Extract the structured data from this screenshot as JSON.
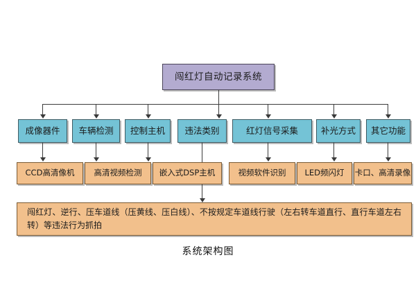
{
  "diagram": {
    "caption": "系统架构图",
    "colors": {
      "background": "#ffffff",
      "root": "#b3abd0",
      "level2": "#74c3d6",
      "level3": "#f2c08c",
      "leaf": "#f2c08c",
      "border": "#3a3a3a"
    },
    "root": {
      "label": "闯红灯自动记录系统"
    },
    "level2": [
      {
        "label": "成像器件"
      },
      {
        "label": "车辆检测"
      },
      {
        "label": "控制主机"
      },
      {
        "label": "违法类别"
      },
      {
        "label": "红灯信号采集"
      },
      {
        "label": "补光方式"
      },
      {
        "label": "其它功能"
      }
    ],
    "level3": [
      {
        "label": "CCD高清像机"
      },
      {
        "label": "高清视频检测"
      },
      {
        "label": "嵌入式DSP主机"
      },
      {
        "label": "视频软件识别"
      },
      {
        "label": "LED频闪灯"
      },
      {
        "label": "卡口、高清录像"
      }
    ],
    "leaf": {
      "label": "闯红灯、逆行、压车道线（压黄线、压白线）、不按规定车道线行驶（左右转车道直行、直行车道左右转）等违法行为抓拍"
    }
  }
}
